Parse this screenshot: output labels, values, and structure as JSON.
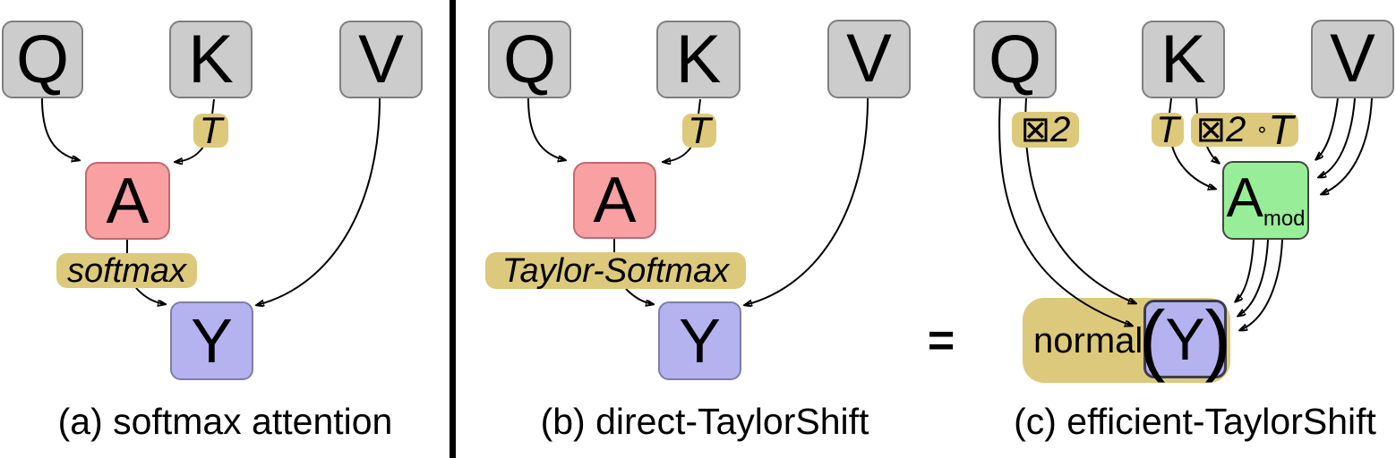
{
  "colors": {
    "node_fill": "#cccccc",
    "node_border": "#7f7f7f",
    "attention_fill": "#f9a0a2",
    "operator_fill": "#ddc97b",
    "output_fill": "#b4b2ef",
    "modified_attention_fill": "#98ee98",
    "line": "#000000"
  },
  "panel_a": {
    "caption": "(a) softmax attention",
    "q": "Q",
    "k": "K",
    "v": "V",
    "transpose": "T",
    "attention": "A",
    "operator": "softmax",
    "output": "Y"
  },
  "panel_b": {
    "caption": "(b) direct-TaylorShift",
    "q": "Q",
    "k": "K",
    "v": "V",
    "transpose": "T",
    "attention": "A",
    "operator": "Taylor-Softmax",
    "output": "Y"
  },
  "panel_c": {
    "caption": "(c) efficient-TaylorShift",
    "q": "Q",
    "k": "K",
    "v": "V",
    "square": "⊠2",
    "transpose": "T",
    "square_b": "⊠2",
    "ring": "∘",
    "transpose_b": "T",
    "attention": "A",
    "attention_sub": "mod",
    "normalize": "normal",
    "paren_open": "(",
    "output": "Y",
    "paren_close": ")",
    "equals": "="
  }
}
